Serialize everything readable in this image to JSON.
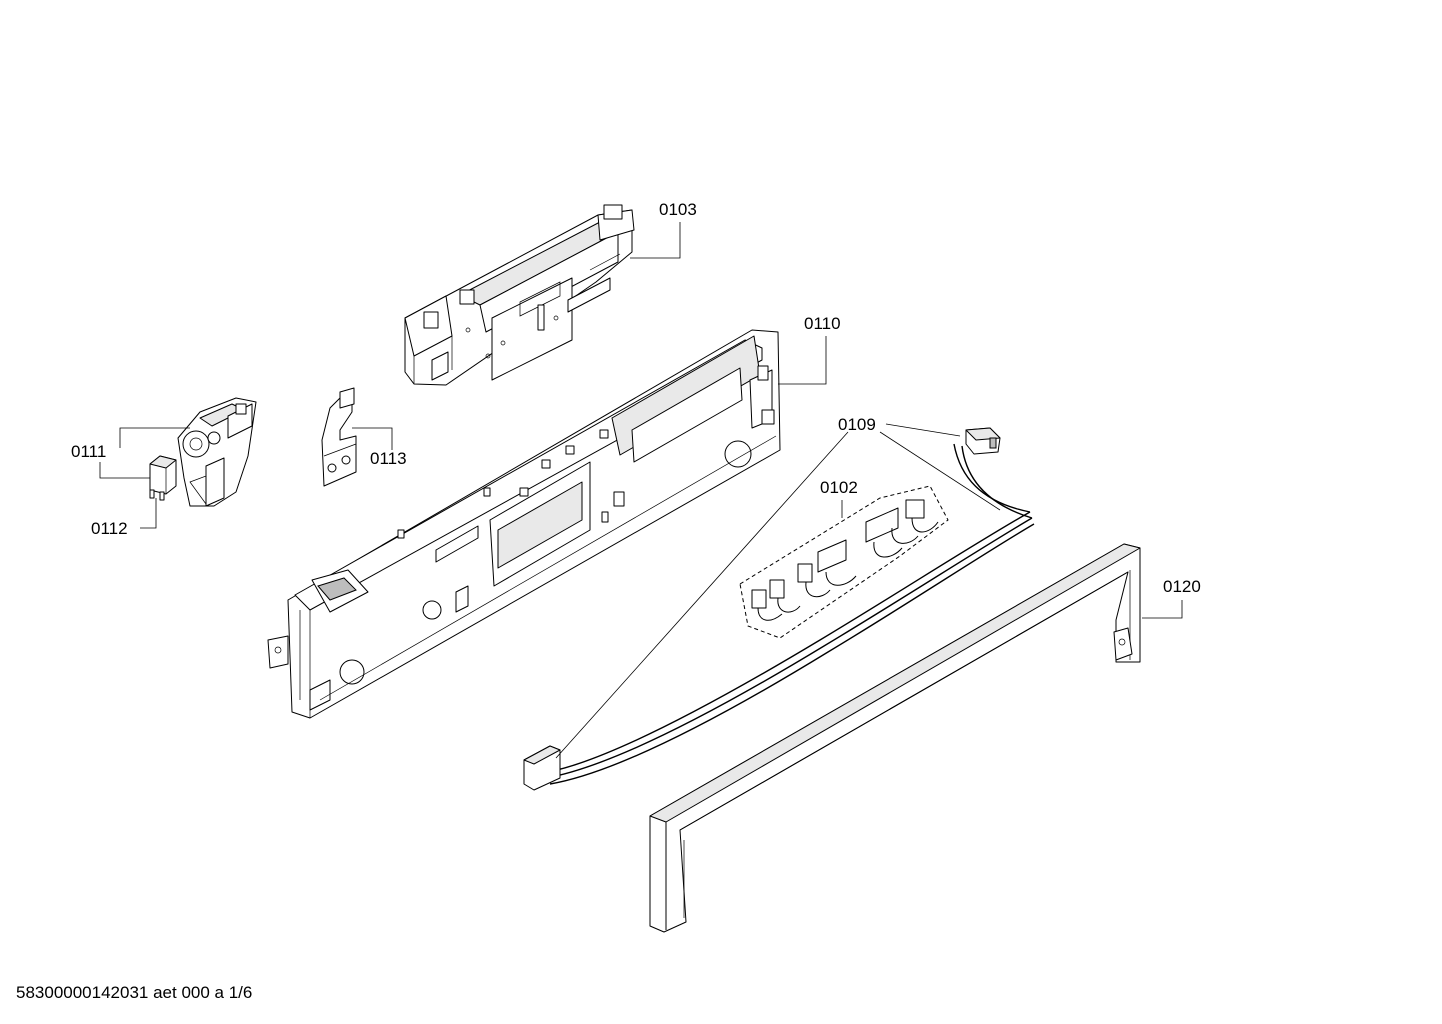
{
  "labels": {
    "p0103": "0103",
    "p0110": "0110",
    "p0109": "0109",
    "p0102": "0102",
    "p0111": "0111",
    "p0112": "0112",
    "p0113": "0113",
    "p0120": "0120"
  },
  "footer": {
    "code": "58300000142031 aet 000 a 1/6"
  }
}
